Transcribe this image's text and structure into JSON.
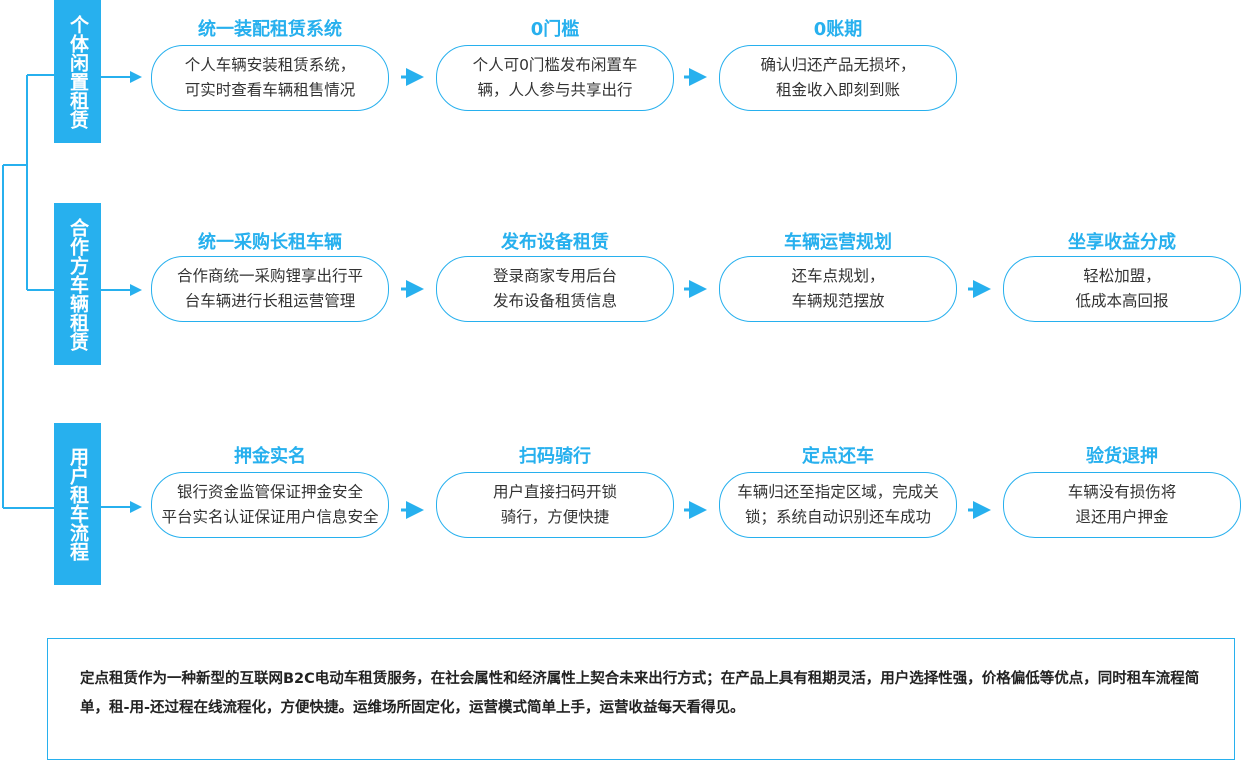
{
  "rows": [
    {
      "side_label": "个体闲置租赁",
      "steps": [
        {
          "title": "统一装配租赁系统",
          "text": "个人车辆安装租赁系统，\n可实时查看车辆租售情况"
        },
        {
          "title": "0门槛",
          "text": "个人可0门槛发布闲置车\n辆，人人参与共享出行"
        },
        {
          "title": "0账期",
          "text": "确认归还产品无损坏，\n租金收入即刻到账"
        }
      ]
    },
    {
      "side_label": "合作方车辆租赁",
      "steps": [
        {
          "title": "统一采购长租车辆",
          "text": "合作商统一采购锂享出行平\n台车辆进行长租运营管理"
        },
        {
          "title": "发布设备租赁",
          "text": "登录商家专用后台\n发布设备租赁信息"
        },
        {
          "title": "车辆运营规划",
          "text": "还车点规划，\n车辆规范摆放"
        },
        {
          "title": "坐享收益分成",
          "text": "轻松加盟，\n低成本高回报"
        }
      ]
    },
    {
      "side_label": "用户租车流程",
      "steps": [
        {
          "title": "押金实名",
          "text": "银行资金监管保证押金安全\n平台实名认证保证用户信息安全"
        },
        {
          "title": "扫码骑行",
          "text": "用户直接扫码开锁\n骑行，方便快捷"
        },
        {
          "title": "定点还车",
          "text": "车辆归还至指定区域，完成关\n锁；系统自动识别还车成功"
        },
        {
          "title": "验货退押",
          "text": "车辆没有损伤将\n退还用户押金"
        }
      ]
    }
  ],
  "summary": "定点租赁作为一种新型的互联网B2C电动车租赁服务，在社会属性和经济属性上契合未来出行方式；在产品上具有租期灵活，用户选择性强，价格偏低等优点，同时租车流程简单，租-用-还过程在线流程化，方便快捷。运维场所固定化，运营模式简单上手，运营收益每天看得见。",
  "colors": {
    "accent": "#27b0ee",
    "text": "#333333"
  }
}
